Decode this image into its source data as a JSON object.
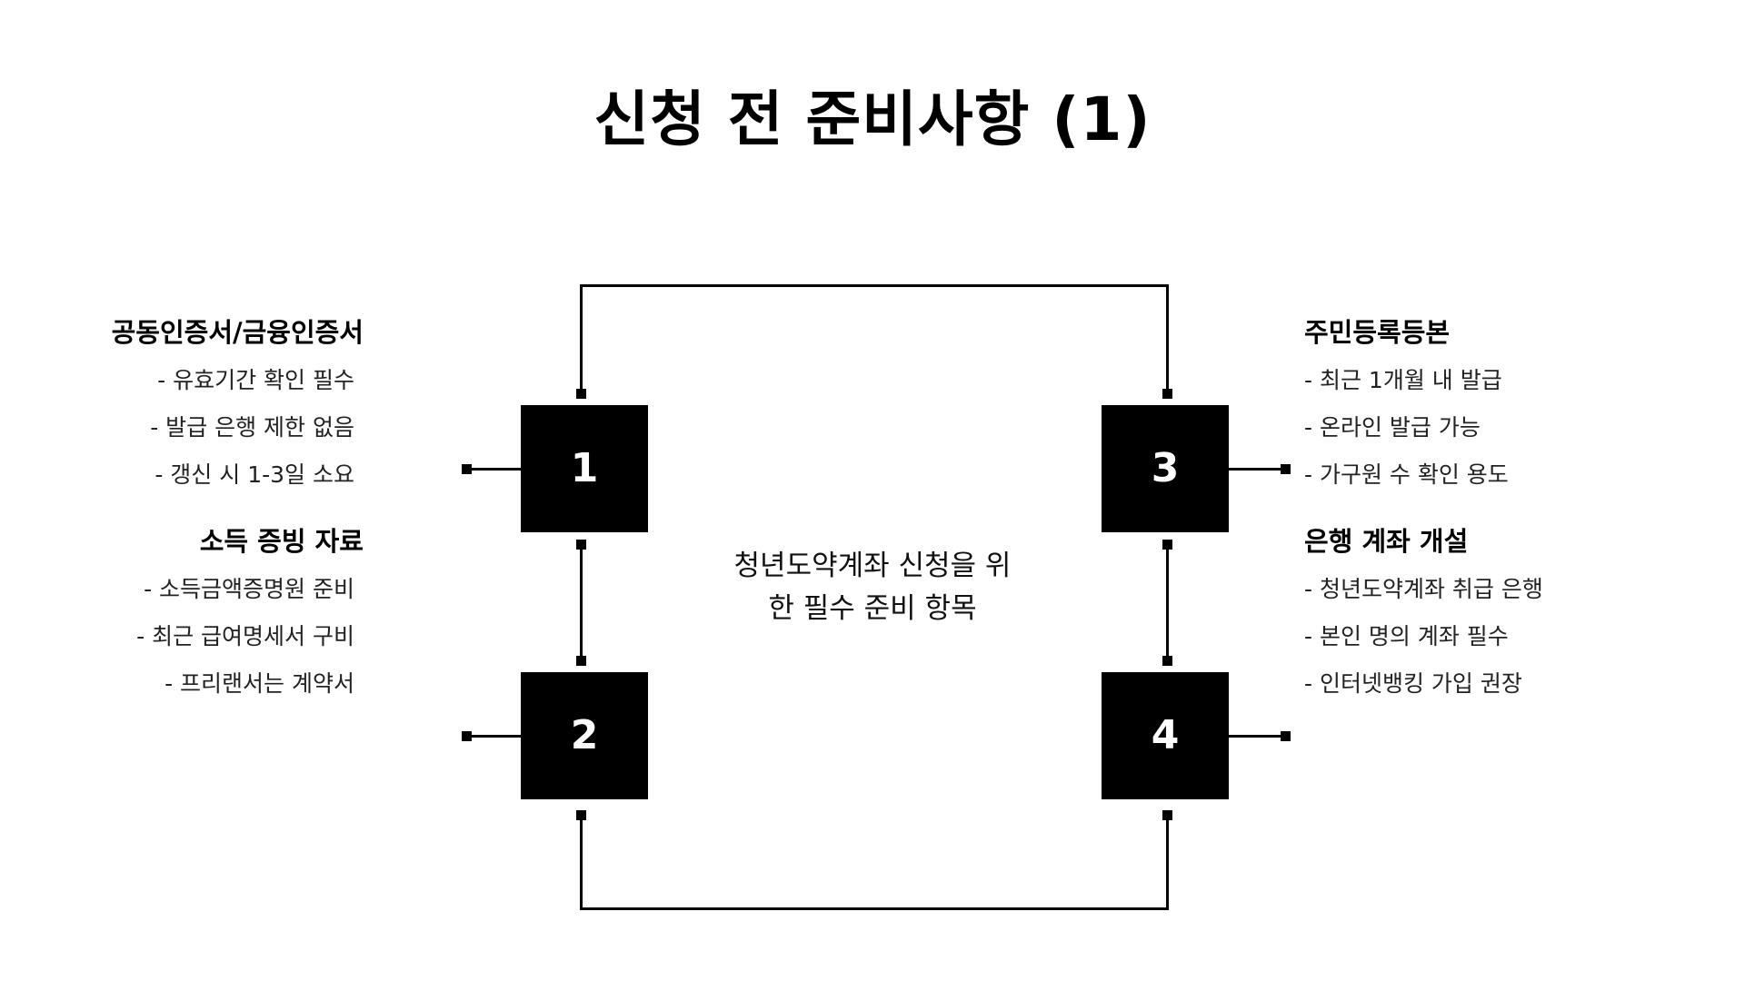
{
  "title": "신청 전 준비사항 (1)",
  "center_caption": {
    "line1": "청년도약계좌 신청을 위",
    "line2": "한 필수 준비 항목",
    "full": "청년도약계좌 신청을 위한 필수 준비 항목"
  },
  "items": [
    {
      "number": "1",
      "heading": "공동인증서/금융인증서",
      "side": "left",
      "bullets": [
        "- 유효기간 확인 필수",
        "- 발급 은행 제한 없음",
        "- 갱신 시 1-3일 소요"
      ]
    },
    {
      "number": "2",
      "heading": "소득 증빙 자료",
      "side": "left",
      "bullets": [
        "- 소득금액증명원 준비",
        "- 최근 급여명세서 구비",
        "- 프리랜서는 계약서"
      ]
    },
    {
      "number": "3",
      "heading": "주민등록등본",
      "side": "right",
      "bullets": [
        "- 최근 1개월 내 발급",
        "- 온라인 발급 가능",
        "- 가구원 수 확인 용도"
      ]
    },
    {
      "number": "4",
      "heading": "은행 계좌 개설",
      "side": "right",
      "bullets": [
        "- 청년도약계좌 취급 은행",
        "- 본인 명의 계좌 필수",
        "- 인터넷뱅킹 가입 권장"
      ]
    }
  ],
  "colors": {
    "background": "#ffffff",
    "box_fill": "#000000",
    "box_text": "#ffffff",
    "line": "#000000",
    "title_text": "#000000",
    "body_text": "#222222"
  }
}
